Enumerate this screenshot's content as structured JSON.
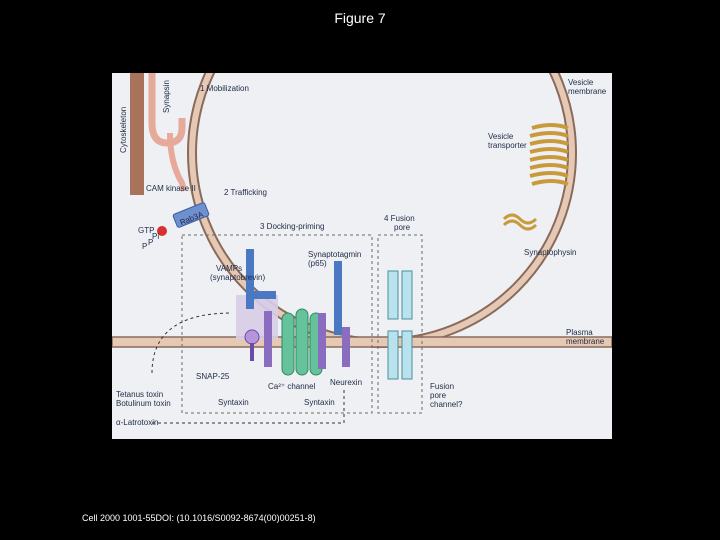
{
  "title": "Figure 7",
  "citation": "Cell 2000 1001-55DOI: (10.1016/S0092-8674(00)00251-8)",
  "colors": {
    "background": "#000000",
    "panel": "#eef0f4",
    "membrane_fill": "#e6c9b4",
    "membrane_line": "#8a6a5a",
    "vamp": "#4a78c2",
    "syntaxin": "#8a6cc0",
    "ca_channel": "#66c29a",
    "fusion_pore": "#b9e3ec",
    "rab": "#6f8fcf",
    "gtp": "#d83030",
    "transporter": "#c89a3c"
  },
  "labels": {
    "synapsin": "Synapsin",
    "cytoskeleton": "Cytoskeleton",
    "step1": "1 Mobilization",
    "vesicle_membrane_1": "Vesicle",
    "vesicle_membrane_2": "membrane",
    "vesicle_transporter_1": "Vesicle",
    "vesicle_transporter_2": "transporter",
    "cam_kinase": "CAM kinase II",
    "step2": "2 Trafficking",
    "rab": "Rab3A",
    "gtp": "GTP",
    "pi": "Pi",
    "p1": "P",
    "p2": "P",
    "step3": "3 Docking-priming",
    "step4_1": "4 Fusion",
    "step4_2": "pore",
    "synaptophysin": "Synaptophysin",
    "synaptotagmin_1": "Synaptotagmin",
    "synaptotagmin_2": "(p65)",
    "vamps_1": "VAMPs",
    "vamps_2": "(synaptobrevin)",
    "plasma_membrane_1": "Plasma",
    "plasma_membrane_2": "membrane",
    "snap25": "SNAP-25",
    "ca_channel": "Ca²⁺ channel",
    "neurexin": "Neurexin",
    "syntaxin_left": "Syntaxin",
    "syntaxin_right": "Syntaxin",
    "tetanus": "Tetanus toxin",
    "botulinum": "Botulinum toxin",
    "latrotoxin": "α-Latrotoxin",
    "fusion_pore_1": "Fusion",
    "fusion_pore_2": "pore",
    "fusion_pore_3": "channel?"
  }
}
